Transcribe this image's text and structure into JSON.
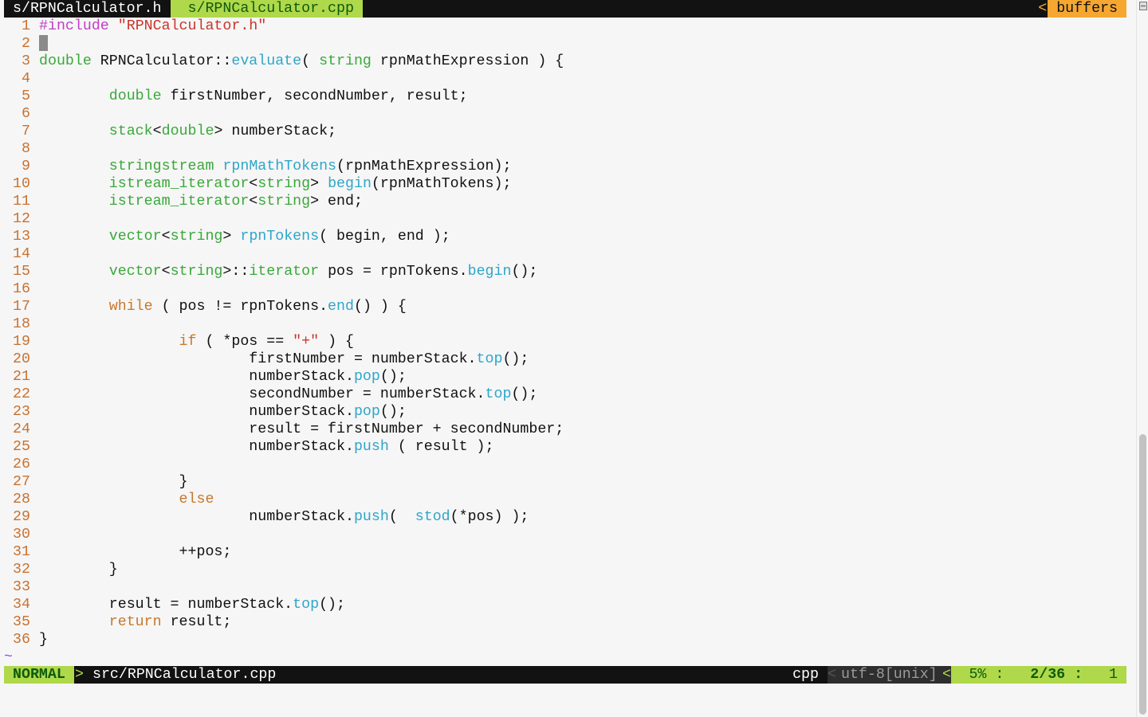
{
  "tabs": [
    {
      "label": "s/RPNCalculator.h"
    },
    {
      "label": "s/RPNCalculator.cpp"
    }
  ],
  "buffers": {
    "arrow": "<",
    "label": "buffers"
  },
  "colors": {
    "accent": "#afd84a",
    "orange": "#f5a731",
    "line_number": "#c9712e",
    "keyword": "#3aa83a",
    "function": "#2ea6c9",
    "preproc": "#c33cc6",
    "string": "#c9352b",
    "control": "#c7782c"
  },
  "lines": [
    [
      [
        "p",
        "#include"
      ],
      [
        "n",
        " "
      ],
      [
        "s",
        "\"RPNCalculator.h\""
      ]
    ],
    [
      [
        "cursor",
        ""
      ]
    ],
    [
      [
        "k",
        "double"
      ],
      [
        "n",
        " RPNCalculator::"
      ],
      [
        "f",
        "evaluate"
      ],
      [
        "n",
        "( "
      ],
      [
        "k",
        "string"
      ],
      [
        "n",
        " rpnMathExpression ) {"
      ]
    ],
    [],
    [
      [
        "n",
        "        "
      ],
      [
        "k",
        "double"
      ],
      [
        "n",
        " firstNumber, secondNumber, result;"
      ]
    ],
    [],
    [
      [
        "n",
        "        "
      ],
      [
        "k",
        "stack"
      ],
      [
        "n",
        "<"
      ],
      [
        "k",
        "double"
      ],
      [
        "n",
        "> numberStack;"
      ]
    ],
    [],
    [
      [
        "n",
        "        "
      ],
      [
        "k",
        "stringstream"
      ],
      [
        "n",
        " "
      ],
      [
        "f",
        "rpnMathTokens"
      ],
      [
        "n",
        "(rpnMathExpression);"
      ]
    ],
    [
      [
        "n",
        "        "
      ],
      [
        "k",
        "istream_iterator"
      ],
      [
        "n",
        "<"
      ],
      [
        "k",
        "string"
      ],
      [
        "n",
        "> "
      ],
      [
        "f",
        "begin"
      ],
      [
        "n",
        "(rpnMathTokens);"
      ]
    ],
    [
      [
        "n",
        "        "
      ],
      [
        "k",
        "istream_iterator"
      ],
      [
        "n",
        "<"
      ],
      [
        "k",
        "string"
      ],
      [
        "n",
        "> end;"
      ]
    ],
    [],
    [
      [
        "n",
        "        "
      ],
      [
        "k",
        "vector"
      ],
      [
        "n",
        "<"
      ],
      [
        "k",
        "string"
      ],
      [
        "n",
        "> "
      ],
      [
        "f",
        "rpnTokens"
      ],
      [
        "n",
        "( begin, end );"
      ]
    ],
    [],
    [
      [
        "n",
        "        "
      ],
      [
        "k",
        "vector"
      ],
      [
        "n",
        "<"
      ],
      [
        "k",
        "string"
      ],
      [
        "n",
        ">::"
      ],
      [
        "k",
        "iterator"
      ],
      [
        "n",
        " pos = rpnTokens."
      ],
      [
        "f",
        "begin"
      ],
      [
        "n",
        "();"
      ]
    ],
    [],
    [
      [
        "n",
        "        "
      ],
      [
        "c",
        "while"
      ],
      [
        "n",
        " ( pos != rpnTokens."
      ],
      [
        "f",
        "end"
      ],
      [
        "n",
        "() ) {"
      ]
    ],
    [],
    [
      [
        "n",
        "                "
      ],
      [
        "c",
        "if"
      ],
      [
        "n",
        " ( *pos == "
      ],
      [
        "s",
        "\"+\""
      ],
      [
        "n",
        " ) {"
      ]
    ],
    [
      [
        "n",
        "                        firstNumber = numberStack."
      ],
      [
        "f",
        "top"
      ],
      [
        "n",
        "();"
      ]
    ],
    [
      [
        "n",
        "                        numberStack."
      ],
      [
        "f",
        "pop"
      ],
      [
        "n",
        "();"
      ]
    ],
    [
      [
        "n",
        "                        secondNumber = numberStack."
      ],
      [
        "f",
        "top"
      ],
      [
        "n",
        "();"
      ]
    ],
    [
      [
        "n",
        "                        numberStack."
      ],
      [
        "f",
        "pop"
      ],
      [
        "n",
        "();"
      ]
    ],
    [
      [
        "n",
        "                        result = firstNumber + secondNumber;"
      ]
    ],
    [
      [
        "n",
        "                        numberStack."
      ],
      [
        "f",
        "push"
      ],
      [
        "n",
        " ( result );"
      ]
    ],
    [],
    [
      [
        "n",
        "                }"
      ]
    ],
    [
      [
        "n",
        "                "
      ],
      [
        "c",
        "else"
      ]
    ],
    [
      [
        "n",
        "                        numberStack."
      ],
      [
        "f",
        "push"
      ],
      [
        "n",
        "(  "
      ],
      [
        "f",
        "stod"
      ],
      [
        "n",
        "(*pos) );"
      ]
    ],
    [],
    [
      [
        "n",
        "                ++pos;"
      ]
    ],
    [
      [
        "n",
        "        }"
      ]
    ],
    [],
    [
      [
        "n",
        "        result = numberStack."
      ],
      [
        "f",
        "top"
      ],
      [
        "n",
        "();"
      ]
    ],
    [
      [
        "n",
        "        "
      ],
      [
        "c",
        "return"
      ],
      [
        "n",
        " result;"
      ]
    ],
    [
      [
        "n",
        "}"
      ]
    ]
  ],
  "tilde": "~",
  "status": {
    "mode": "NORMAL",
    "arrow_right": ">",
    "filename": "src/RPNCalculator.cpp",
    "filetype": "cpp",
    "sep": "<",
    "encoding": "utf-8[unix]",
    "sep2": "<",
    "percent": "5% :",
    "position": "2/36 :",
    "column": "1"
  }
}
